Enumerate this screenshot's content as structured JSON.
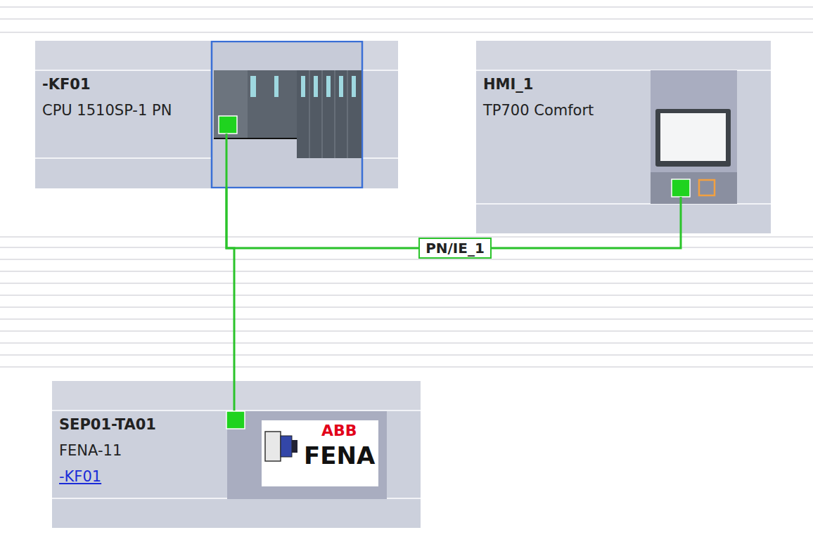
{
  "diagram": {
    "nodes": [
      {
        "text": [
          "-KF01",
          "CPU 1510SP-1 PN"
        ]
      },
      {
        "text": [
          "HMI_1",
          "TP700 Comfort"
        ]
      },
      {
        "text": [
          "SEP01-TA01",
          "FENA-11",
          "-KF01"
        ]
      }
    ],
    "edges": [
      {
        "from": 0,
        "to": 1,
        "arrow": "none",
        "label": "PN/IE_1"
      },
      {
        "from": 0,
        "to": 2,
        "arrow": "none"
      }
    ],
    "labels": [
      "ABB",
      "FENA"
    ]
  }
}
